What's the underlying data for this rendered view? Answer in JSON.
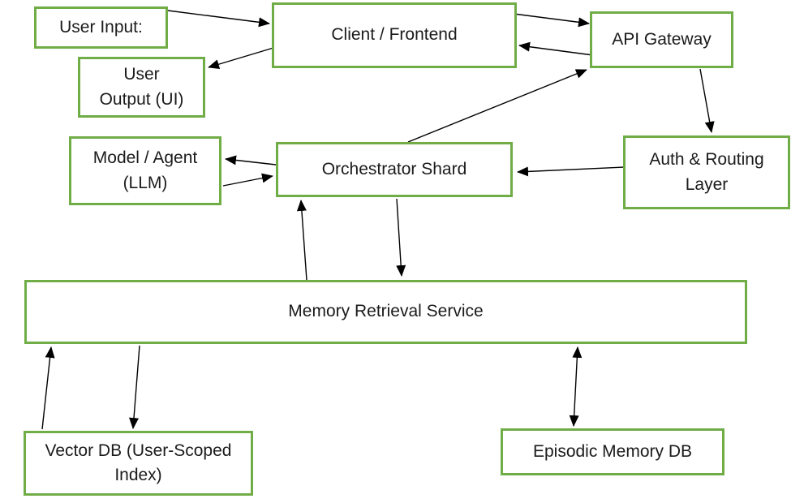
{
  "diagram": {
    "type": "flowchart",
    "colors": {
      "box_border": "#70AD47",
      "box_fill": "#ffffff",
      "arrow": "#000000",
      "text": "#1b1b1b",
      "background": "#ffffff"
    },
    "nodes": {
      "user_input": {
        "label": "User Input:"
      },
      "user_output": {
        "label": "User\nOutput (UI)"
      },
      "client": {
        "label": "Client / Frontend"
      },
      "api_gateway": {
        "label": "API Gateway"
      },
      "model_agent": {
        "label": "Model / Agent\n(LLM)"
      },
      "orchestrator": {
        "label": "Orchestrator Shard"
      },
      "auth_routing": {
        "label": "Auth & Routing\nLayer"
      },
      "memory_service": {
        "label": "Memory Retrieval Service"
      },
      "vector_db": {
        "label": "Vector DB (User-Scoped\nIndex)"
      },
      "episodic_db": {
        "label": "Episodic Memory DB"
      }
    },
    "edges": [
      {
        "from": "user_input",
        "to": "client",
        "bidirectional": false
      },
      {
        "from": "client",
        "to": "user_output",
        "bidirectional": false
      },
      {
        "from": "client",
        "to": "api_gateway",
        "bidirectional": false
      },
      {
        "from": "api_gateway",
        "to": "client",
        "bidirectional": false
      },
      {
        "from": "orchestrator",
        "to": "api_gateway",
        "bidirectional": false
      },
      {
        "from": "api_gateway",
        "to": "auth_routing",
        "bidirectional": false
      },
      {
        "from": "auth_routing",
        "to": "orchestrator",
        "bidirectional": false
      },
      {
        "from": "orchestrator",
        "to": "model_agent",
        "bidirectional": false
      },
      {
        "from": "model_agent",
        "to": "orchestrator",
        "bidirectional": false
      },
      {
        "from": "memory_service",
        "to": "orchestrator",
        "bidirectional": false
      },
      {
        "from": "orchestrator",
        "to": "memory_service",
        "bidirectional": false
      },
      {
        "from": "memory_service",
        "to": "vector_db",
        "bidirectional": false
      },
      {
        "from": "vector_db",
        "to": "memory_service",
        "bidirectional": false
      },
      {
        "from": "memory_service",
        "to": "episodic_db",
        "bidirectional": true
      }
    ]
  }
}
